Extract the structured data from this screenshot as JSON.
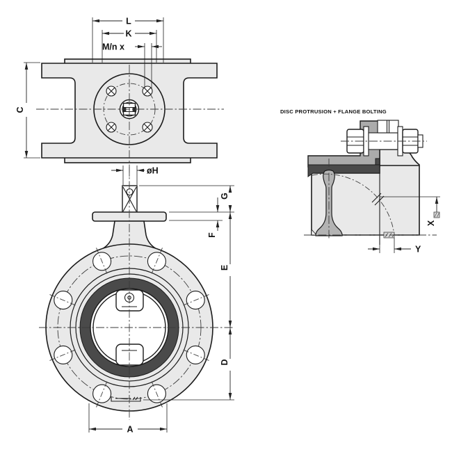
{
  "section": {
    "title": "DISC PROTRUSION + FLANGE BOLTING"
  },
  "dims": {
    "L": "L",
    "K": "K",
    "Mnx": "M/n x",
    "C": "C",
    "oH": "øH",
    "G": "G",
    "F": "F",
    "E": "E",
    "D": "D",
    "A": "A",
    "X": "X",
    "Y": "Y"
  },
  "colors": {
    "background": "#ffffff",
    "body_fill": "#e9e9e9",
    "pipe_flange_fill": "#ababab",
    "disc_fill": "#b3b3b3",
    "seat_fill": "#4a4a4a",
    "line": "#1b1b1b"
  }
}
